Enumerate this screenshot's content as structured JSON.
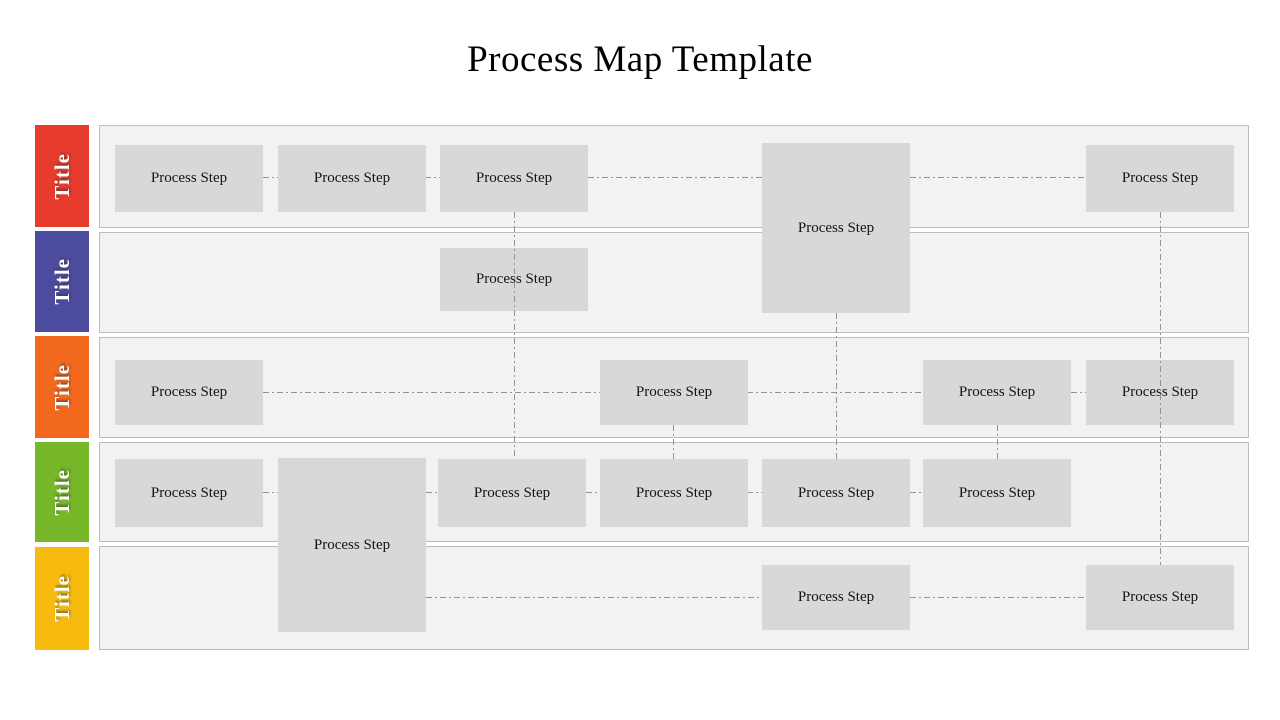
{
  "title": "Process Map Template",
  "lanes": [
    {
      "label": "Title",
      "color": "#e73b2d"
    },
    {
      "label": "Title",
      "color": "#4d4b9e"
    },
    {
      "label": "Title",
      "color": "#f2691e"
    },
    {
      "label": "Title",
      "color": "#77b72a"
    },
    {
      "label": "Title",
      "color": "#f7bb10"
    }
  ],
  "steps": [
    {
      "label": "Process Step"
    },
    {
      "label": "Process Step"
    },
    {
      "label": "Process Step"
    },
    {
      "label": "Process Step"
    },
    {
      "label": "Process Step"
    },
    {
      "label": "Process Step"
    },
    {
      "label": "Process Step"
    },
    {
      "label": "Process Step"
    },
    {
      "label": "Process Step"
    },
    {
      "label": "Process Step"
    },
    {
      "label": "Process Step"
    },
    {
      "label": "Process Step"
    },
    {
      "label": "Process Step"
    },
    {
      "label": "Process Step"
    },
    {
      "label": "Process Step"
    },
    {
      "label": "Process Step"
    },
    {
      "label": "Process Step"
    },
    {
      "label": "Process Step"
    }
  ],
  "colors": {
    "step_fill": "#d8d8d8",
    "lane_background": "#f2f2f1",
    "lane_border": "#bdbdbd",
    "connector": "#949494",
    "title_text": "#000000",
    "step_text": "#141414",
    "lane_label_text": "#ffffff"
  }
}
